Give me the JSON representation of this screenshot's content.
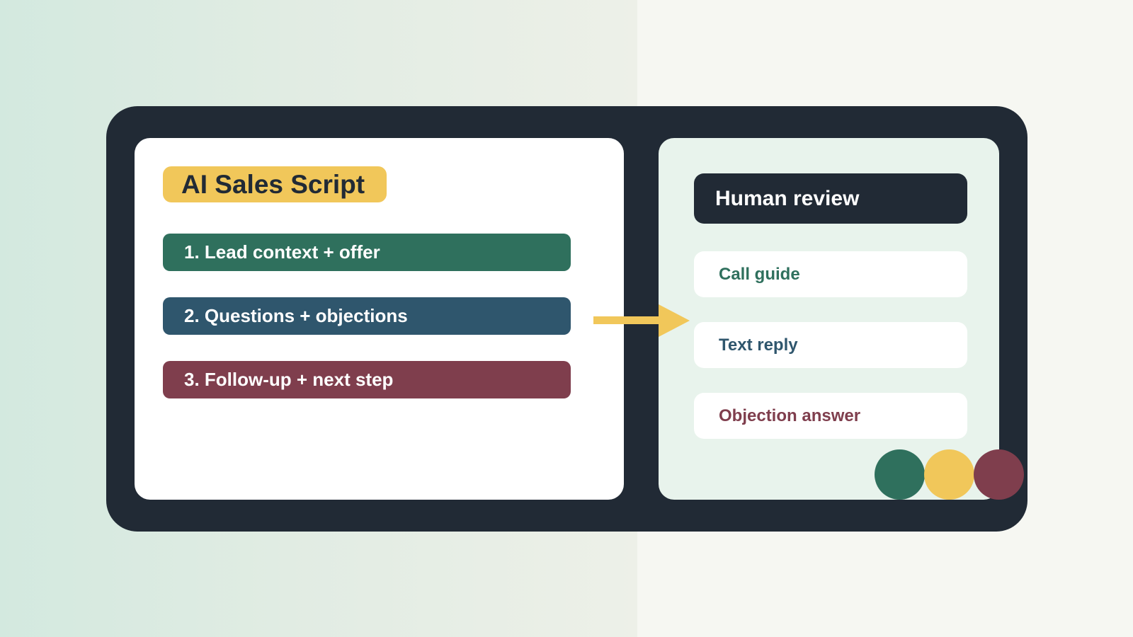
{
  "diagram": {
    "title": "AI Sales Script",
    "steps": [
      {
        "label": "1. Lead context + offer",
        "color": "#2f705d"
      },
      {
        "label": "2. Questions + objections",
        "color": "#2f566d"
      },
      {
        "label": "3. Follow-up + next step",
        "color": "#7f3e4d"
      }
    ],
    "review": {
      "header": "Human review",
      "outputs": [
        {
          "label": "Call guide",
          "color": "#2f705d"
        },
        {
          "label": "Text reply",
          "color": "#2f566d"
        },
        {
          "label": "Objection answer",
          "color": "#7f3e4d"
        }
      ]
    },
    "colors": {
      "frame": "#212a35",
      "accent": "#f1c75a",
      "green": "#2f705d",
      "blue": "#2f566d",
      "red": "#7f3e4d",
      "review_panel": "#e8f3ec"
    },
    "icons": [
      "arrow-right-icon"
    ]
  }
}
